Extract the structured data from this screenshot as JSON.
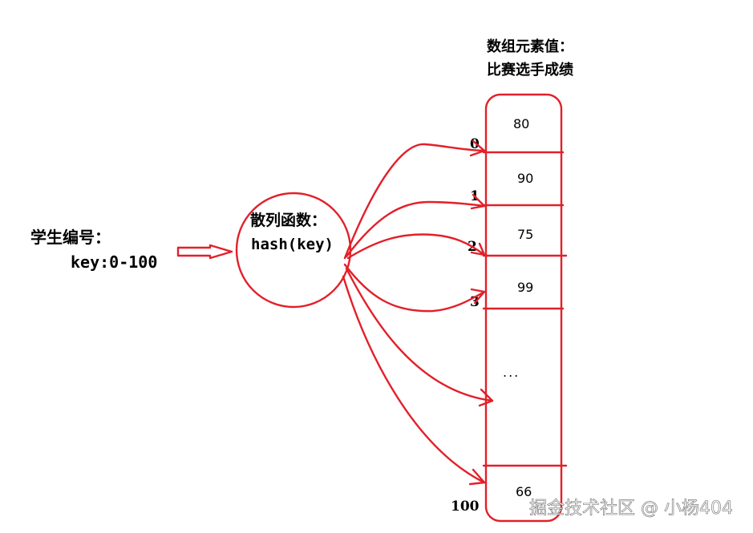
{
  "array_title_line1": "数组元素值：",
  "array_title_line2": "比赛选手成绩",
  "key_label_line1": "学生编号：",
  "key_label_line2": "key:0-100",
  "hash_label_line1": "散列函数：",
  "hash_label_line2": "hash(key)",
  "cells": [
    {
      "index": "0",
      "value": "80"
    },
    {
      "index": "1",
      "value": "90"
    },
    {
      "index": "2",
      "value": "75"
    },
    {
      "index": "3",
      "value": "99"
    },
    {
      "index": "",
      "value": "..."
    },
    {
      "index": "100",
      "value": "66"
    }
  ],
  "watermark": "掘金技术社区 @ 小杨404",
  "colors": {
    "line": "#e2202a",
    "text": "#000000",
    "background": "#ffffff"
  }
}
